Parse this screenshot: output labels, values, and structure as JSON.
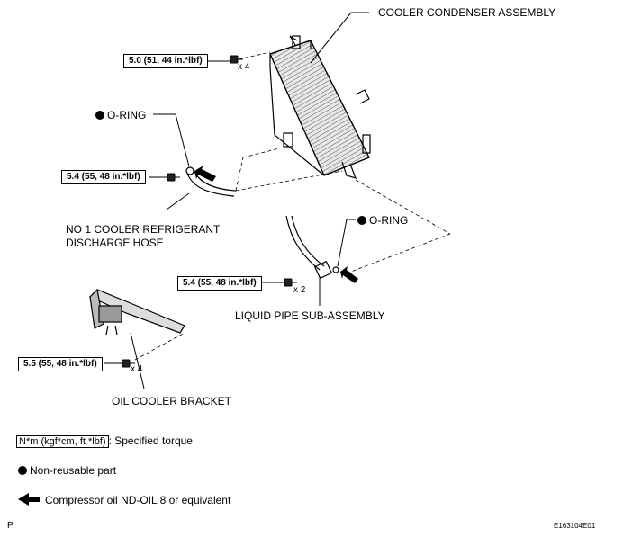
{
  "labels": {
    "condenser": "COOLER CONDENSER ASSEMBLY",
    "oring_top": "O-RING",
    "discharge_hose_line1": "NO  1 COOLER REFRIGERANT",
    "discharge_hose_line2": "DISCHARGE HOSE",
    "oring_right": "O-RING",
    "liquid_pipe": "LIQUID PIPE SUB-ASSEMBLY",
    "oil_cooler_bracket": "OIL COOLER BRACKET"
  },
  "torques": {
    "t1": "5.0 (51, 44 in.*lbf)",
    "t2": "5.4 (55, 48 in.*lbf)",
    "t3": "5.4 (55, 48 in.*lbf)",
    "t4": "5.5 (55, 48 in.*lbf)"
  },
  "quantities": {
    "q1": "x 4",
    "q3": "x 2",
    "q4": "x 4"
  },
  "legend": {
    "torque_box": "N*m (kgf*cm, ft *lbf)",
    "torque_desc": ": Specified torque",
    "nonreusable": "Non-reusable part",
    "oil": "Compressor oil ND-OIL 8 or equivalent"
  },
  "footer": {
    "left": "P",
    "right": "E163104E01"
  },
  "icons": {
    "bolt": "bolt-icon",
    "arrow": "filled-left-arrow-icon",
    "dot": "filled-circle-icon"
  }
}
